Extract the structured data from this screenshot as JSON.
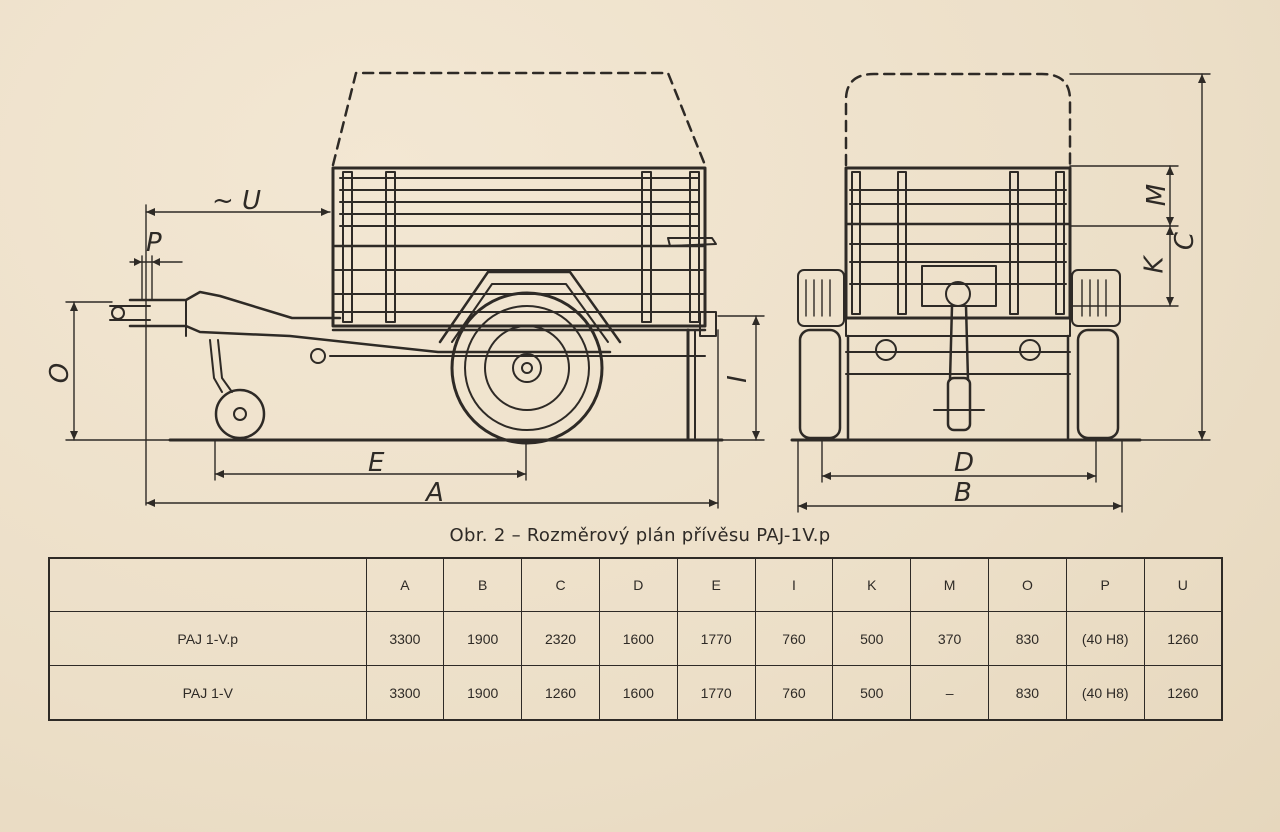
{
  "dimension_labels": {
    "U": "~ U",
    "P": "P",
    "O": "O",
    "I": "I",
    "E": "E",
    "A": "A",
    "M": "M",
    "K": "K",
    "C": "C",
    "D": "D",
    "B": "B"
  },
  "caption": "Obr. 2 – Rozměrový plán přívěsu PAJ-1V.p",
  "table": {
    "headers": [
      "",
      "A",
      "B",
      "C",
      "D",
      "E",
      "I",
      "K",
      "M",
      "O",
      "P",
      "U"
    ],
    "rows": [
      {
        "cells": [
          "PAJ 1-V.p",
          "3300",
          "1900",
          "2320",
          "1600",
          "1770",
          "760",
          "500",
          "370",
          "830",
          "(40 H8)",
          "1260"
        ]
      },
      {
        "cells": [
          "PAJ 1-V",
          "3300",
          "1900",
          "1260",
          "1600",
          "1770",
          "760",
          "500",
          "–",
          "830",
          "(40 H8)",
          "1260"
        ]
      }
    ]
  },
  "colors": {
    "paper": "#efe2cc",
    "ink": "#2e2a26"
  }
}
